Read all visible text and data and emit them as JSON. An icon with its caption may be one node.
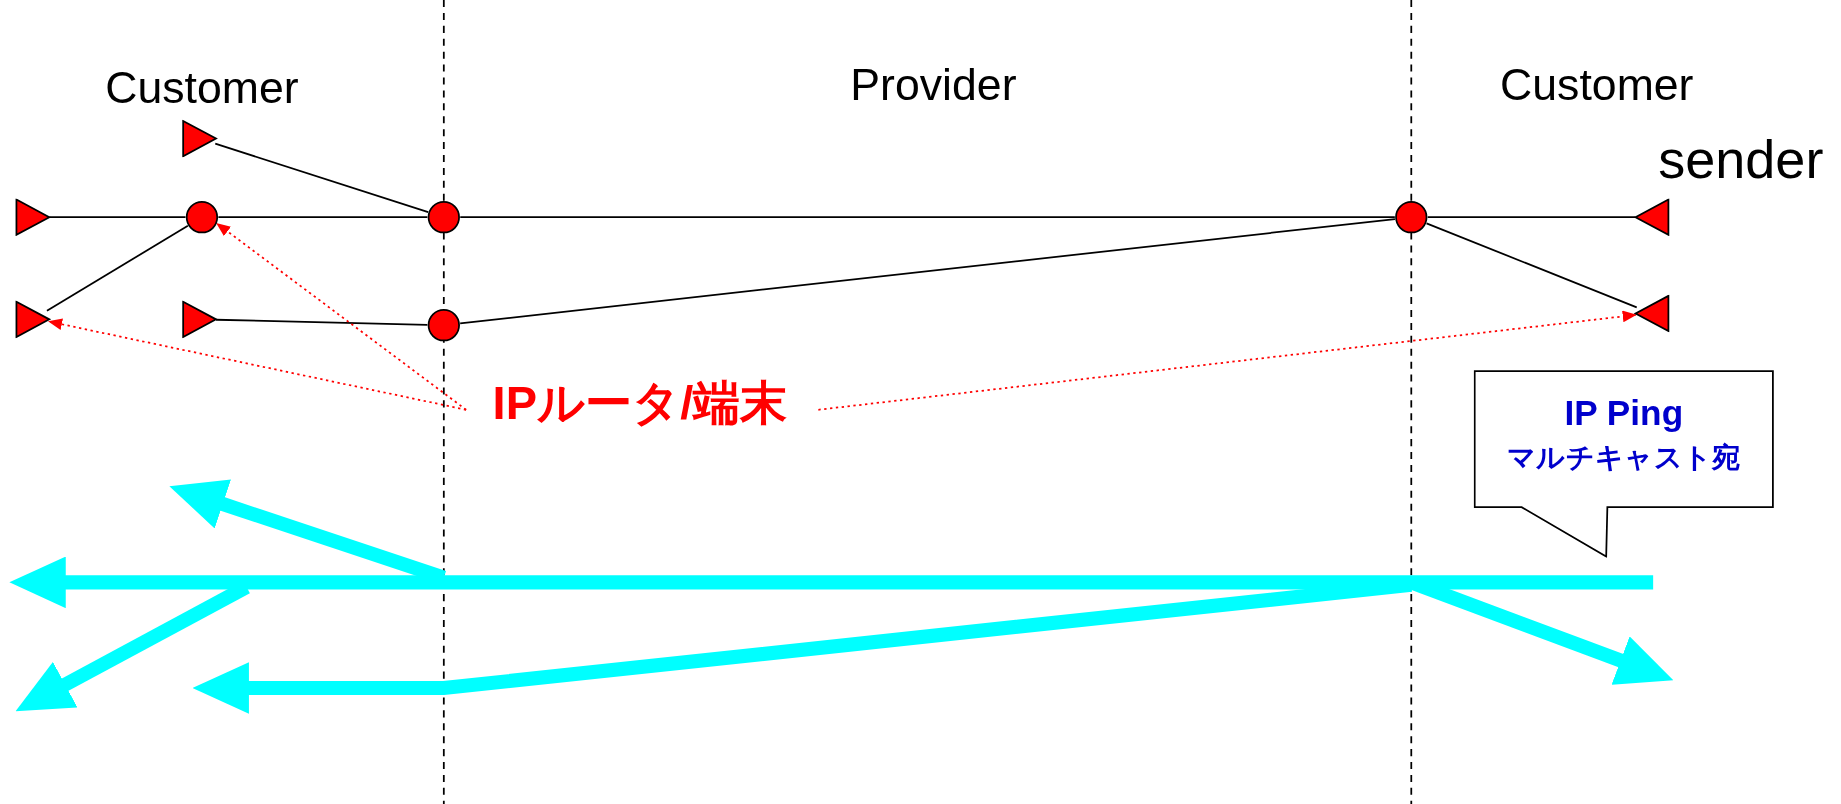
{
  "diagram": {
    "nodes": [
      {
        "text": [],
        "shape": "triangle"
      },
      {
        "text": [],
        "shape": "triangle"
      },
      {
        "text": [],
        "shape": "triangle"
      },
      {
        "text": [],
        "shape": "triangle"
      },
      {
        "text": [],
        "shape": "triangle",
        "beside": [
          "sender"
        ]
      },
      {
        "text": [],
        "shape": "triangle"
      },
      {
        "text": [],
        "shape": "circle"
      },
      {
        "text": [],
        "shape": "circle"
      },
      {
        "text": [],
        "shape": "circle"
      },
      {
        "text": [],
        "shape": "circle"
      },
      {
        "text": [
          "IPルータ/端末"
        ]
      },
      {
        "text": [
          "IP Ping",
          "マルチキャスト宛"
        ]
      }
    ],
    "edges": [
      {
        "from": 0,
        "to": 6,
        "arrow": "none"
      },
      {
        "from": 6,
        "to": 7,
        "arrow": "none"
      },
      {
        "from": 2,
        "to": 6,
        "arrow": "none"
      },
      {
        "from": 1,
        "to": 7,
        "arrow": "none"
      },
      {
        "from": 7,
        "to": 9,
        "arrow": "none"
      },
      {
        "from": 8,
        "to": 9,
        "arrow": "none"
      },
      {
        "from": 3,
        "to": 8,
        "arrow": "none"
      },
      {
        "from": 9,
        "to": 4,
        "arrow": "none"
      },
      {
        "from": 9,
        "to": 5,
        "arrow": "none"
      },
      {
        "from": 10,
        "to": 6,
        "arrow": "to",
        "style": "dashed",
        "color": "#ff0000"
      },
      {
        "from": 10,
        "to": 2,
        "arrow": "to",
        "style": "dashed",
        "color": "#ff0000"
      },
      {
        "from": 10,
        "to": 5,
        "arrow": "to",
        "style": "dashed",
        "color": "#ff0000"
      }
    ],
    "labels": [
      "Customer",
      "Provider",
      "Customer"
    ]
  }
}
